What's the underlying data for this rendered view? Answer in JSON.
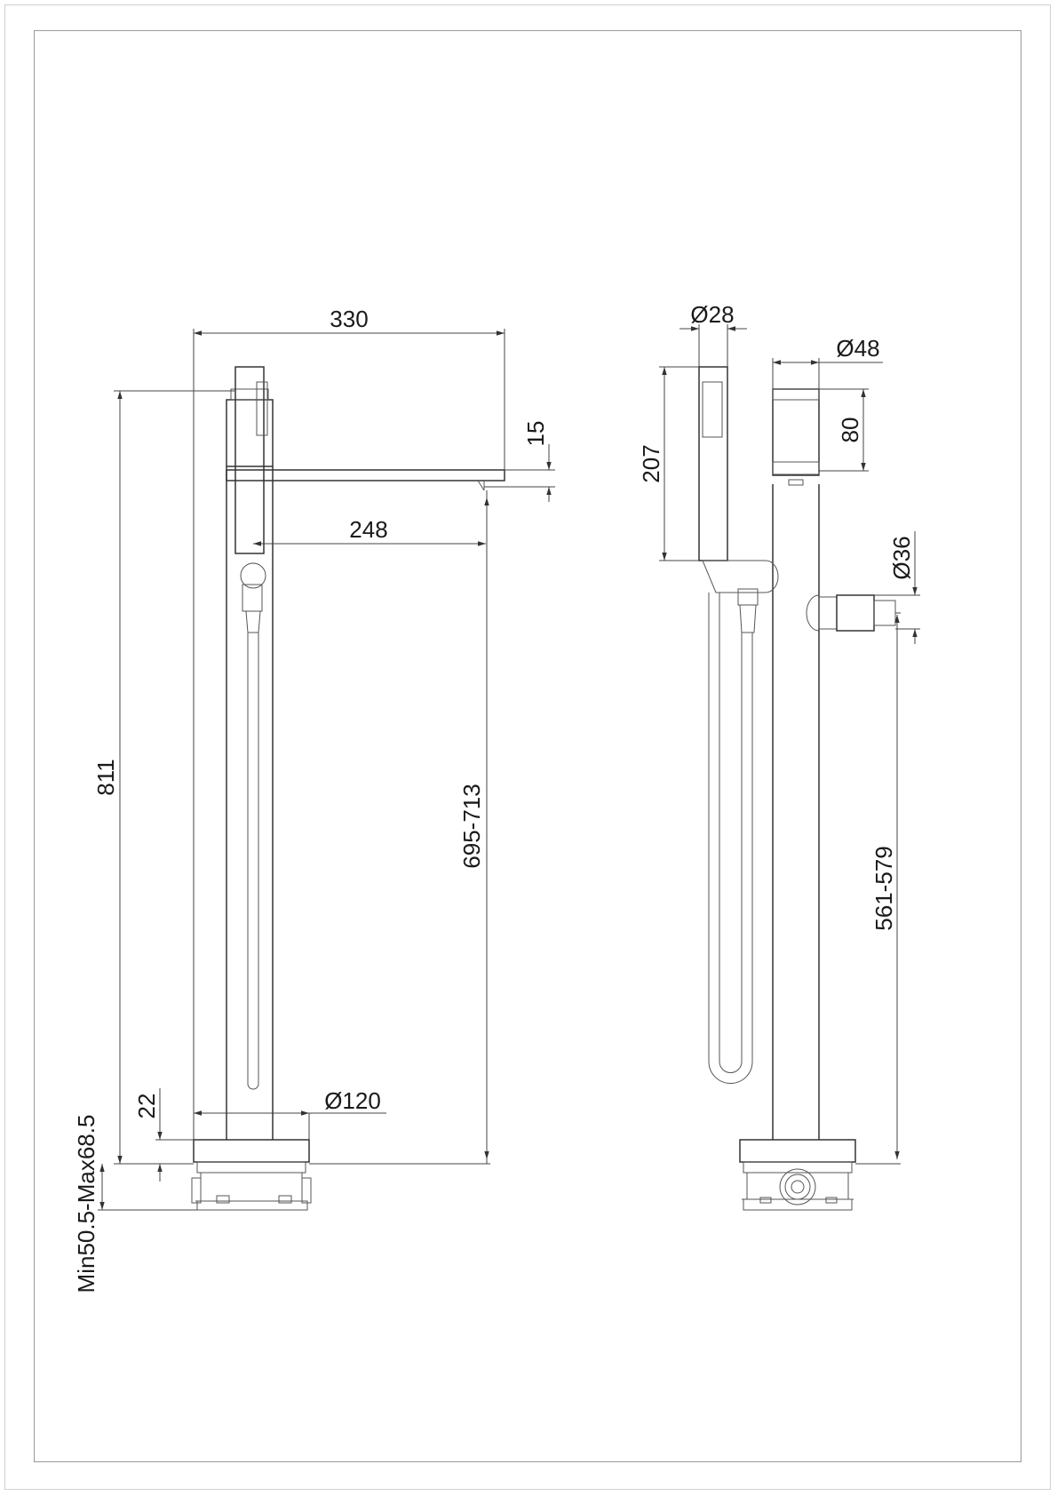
{
  "drawing": {
    "front_view": {
      "width_total": "330",
      "spout_thickness": "15",
      "spout_reach": "248",
      "height_total": "811",
      "spout_height": "695-713",
      "base_plate_height": "22",
      "base_diameter": "Ø120",
      "floor_box_depth": "Min50.5-Max68.5"
    },
    "side_view": {
      "handshower_diameter": "Ø28",
      "handle_diameter": "Ø48",
      "handle_height": "80",
      "handshower_length": "207",
      "outlet_diameter": "Ø36",
      "outlet_height": "561-579"
    }
  }
}
